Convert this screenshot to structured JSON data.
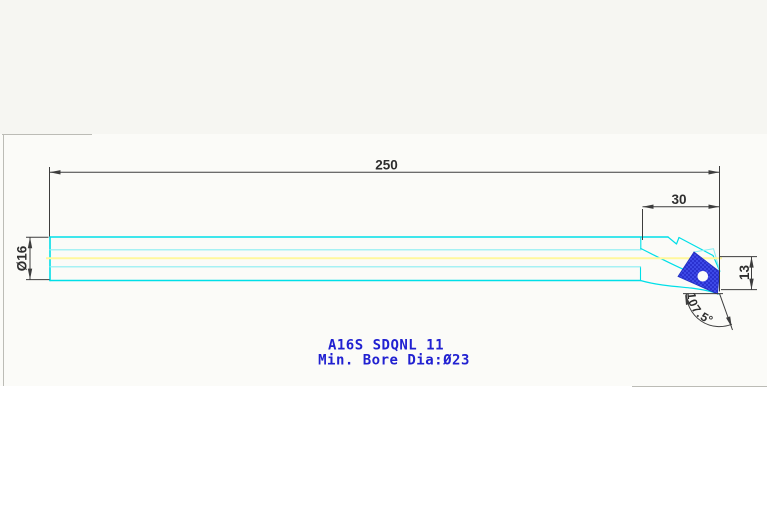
{
  "drawing": {
    "dimension_labels": {
      "overall_length": "250",
      "head_length": "30",
      "shank_diameter": "Ø16",
      "tip_drop": "13",
      "lead_angle": "107.5°"
    },
    "caption": {
      "line1": "A16S SDQNL 11",
      "line2": "Min. Bore Dia:Ø23"
    },
    "colors": {
      "body_outline": "#00dfe8",
      "body_inner_lines": "#8aeef2",
      "centerline": "#fff89c",
      "insert_fill": "#2a31cf",
      "insert_fill_light": "#3d49e6",
      "insert_edge": "#2030c0",
      "insert_hole": "#fbfbf8",
      "dimension_lines": "#3d3d3d",
      "dimension_text": "#2e2e2e",
      "caption_text": "#2121d1",
      "canvas_background": "#fbfbf8",
      "outer_background": "#f6f6f2",
      "lower_background": "#ffffff",
      "frame_line": "#bcbcb6"
    }
  }
}
